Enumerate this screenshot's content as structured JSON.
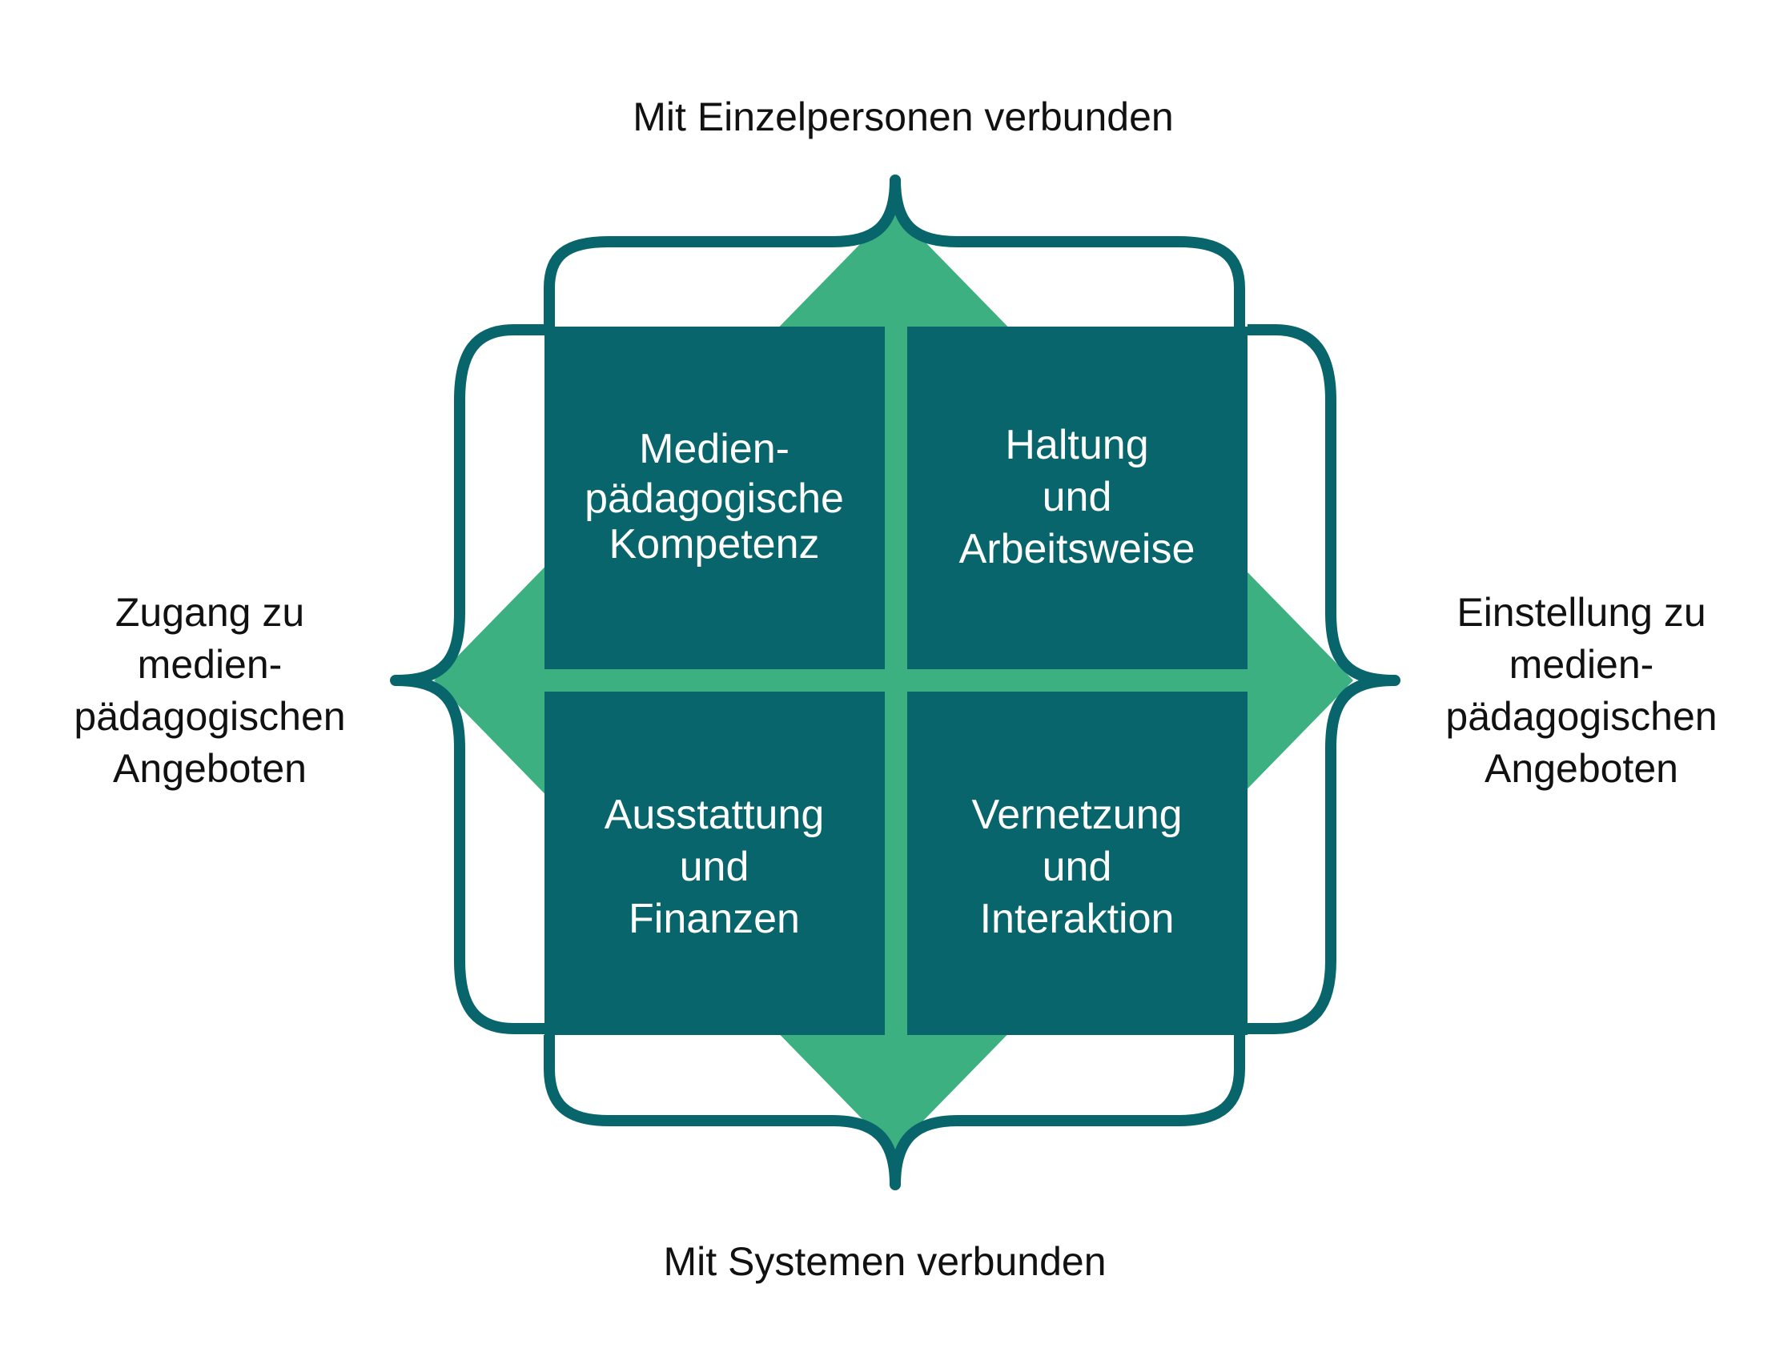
{
  "labels": {
    "top": "Mit Einzelpersonen verbunden",
    "bottom": "Mit Systemen verbunden",
    "left": [
      "Zugang zu",
      "medien-",
      "pädagogischen",
      "Angeboten"
    ],
    "right": [
      "Einstellung zu",
      "medien-",
      "pädagogischen",
      "Angeboten"
    ]
  },
  "quadrants": {
    "top_left": [
      "Medien-",
      "pädagogische",
      "Kompetenz"
    ],
    "top_right": [
      "Haltung",
      "und",
      "Arbeitsweise"
    ],
    "bottom_left": [
      "Ausstattung",
      "und",
      "Finanzen"
    ],
    "bottom_right": [
      "Vernetzung",
      "und",
      "Interaktion"
    ]
  },
  "colors": {
    "teal": "#08656b",
    "green": "#3cb081",
    "text": "#111111",
    "text_inverse": "#ffffff"
  }
}
